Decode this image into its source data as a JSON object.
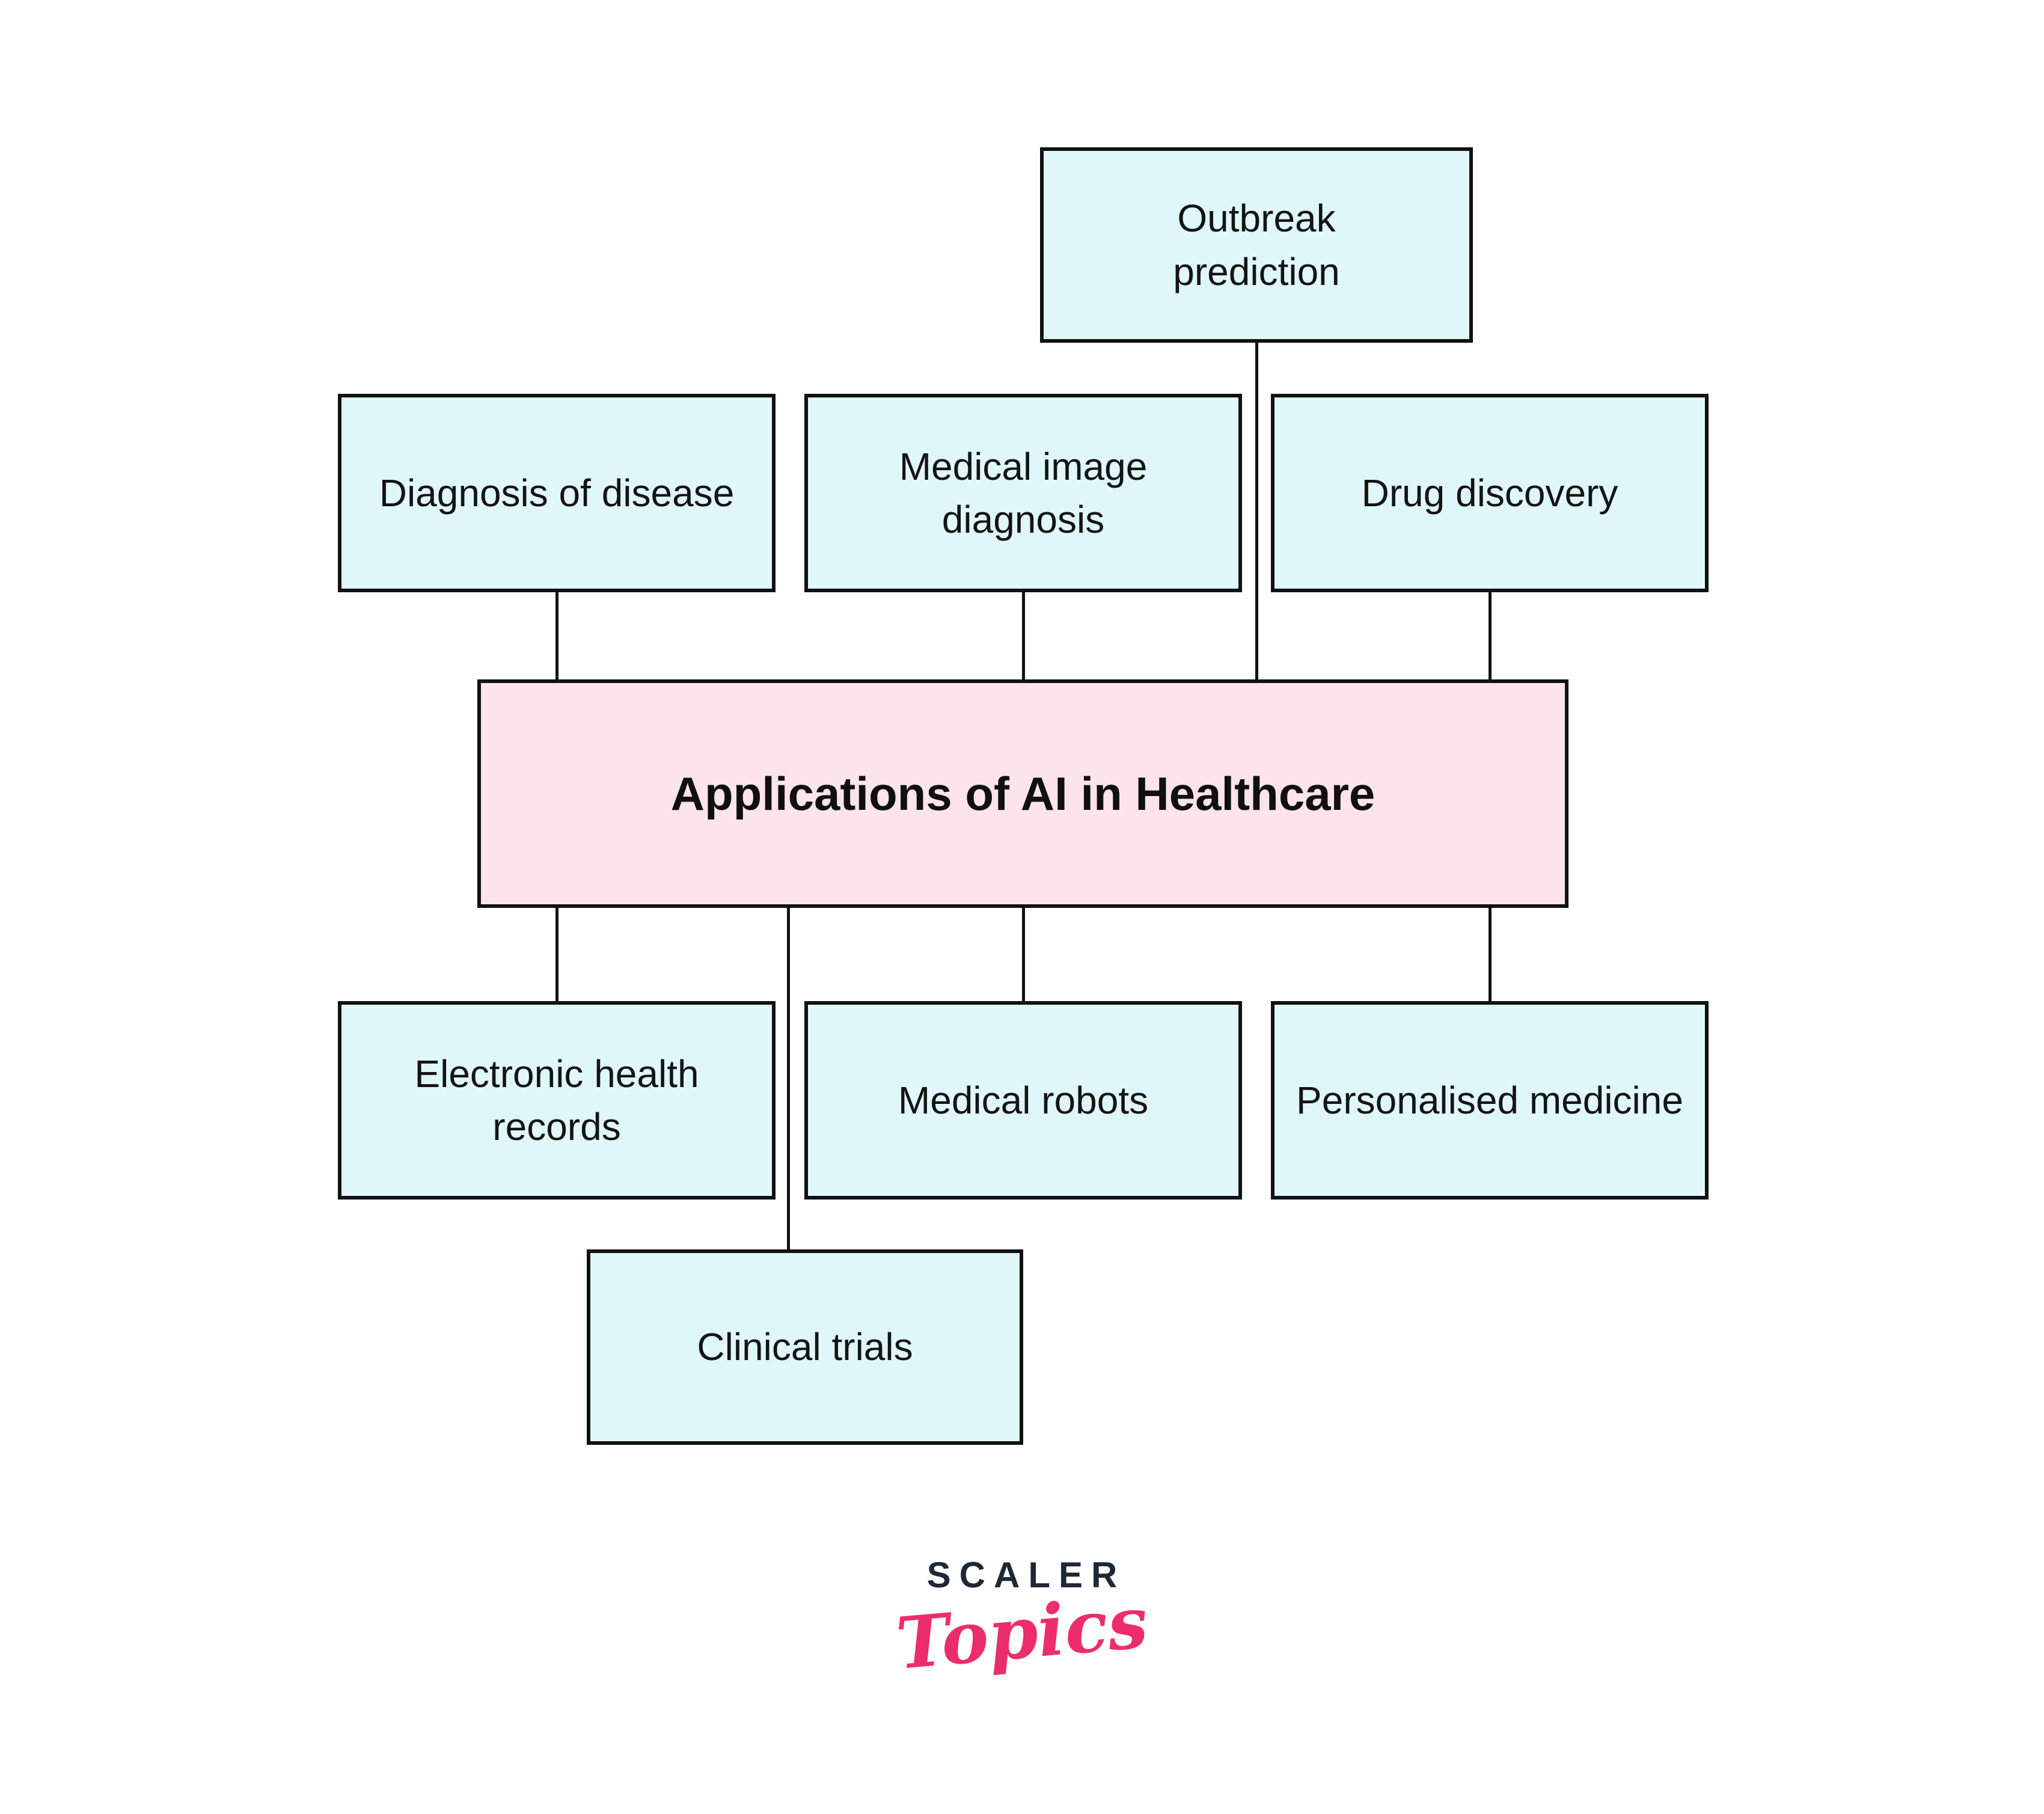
{
  "center_box": {
    "label": "Applications of AI in Healthcare"
  },
  "top_branches": [
    {
      "label": "Outbreak prediction"
    },
    {
      "label": "Diagnosis of disease"
    },
    {
      "label": "Medical image diagnosis"
    },
    {
      "label": "Drug discovery"
    }
  ],
  "bottom_branches": [
    {
      "label": "Electronic health records"
    },
    {
      "label": "Medical robots"
    },
    {
      "label": "Personalised medicine"
    },
    {
      "label": "Clinical trials"
    }
  ],
  "logo": {
    "brand": "SCALER",
    "sub_brand": "Topics",
    "brand_color": "#1e2838",
    "sub_brand_color": "#ec2d6d"
  },
  "colors": {
    "branch_fill": "#e0f7fa",
    "center_fill": "#fde4ea",
    "border": "#111111",
    "connector": "#111111",
    "background": "#ffffff"
  }
}
